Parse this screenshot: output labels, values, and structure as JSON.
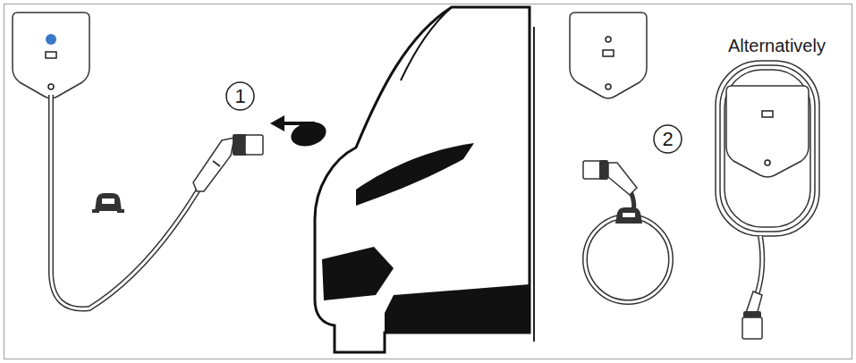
{
  "diagram": {
    "nodes": [
      {
        "text": [
          "1"
        ]
      },
      {
        "text": [
          "2"
        ]
      }
    ],
    "labels": [
      "Alternatively"
    ]
  }
}
